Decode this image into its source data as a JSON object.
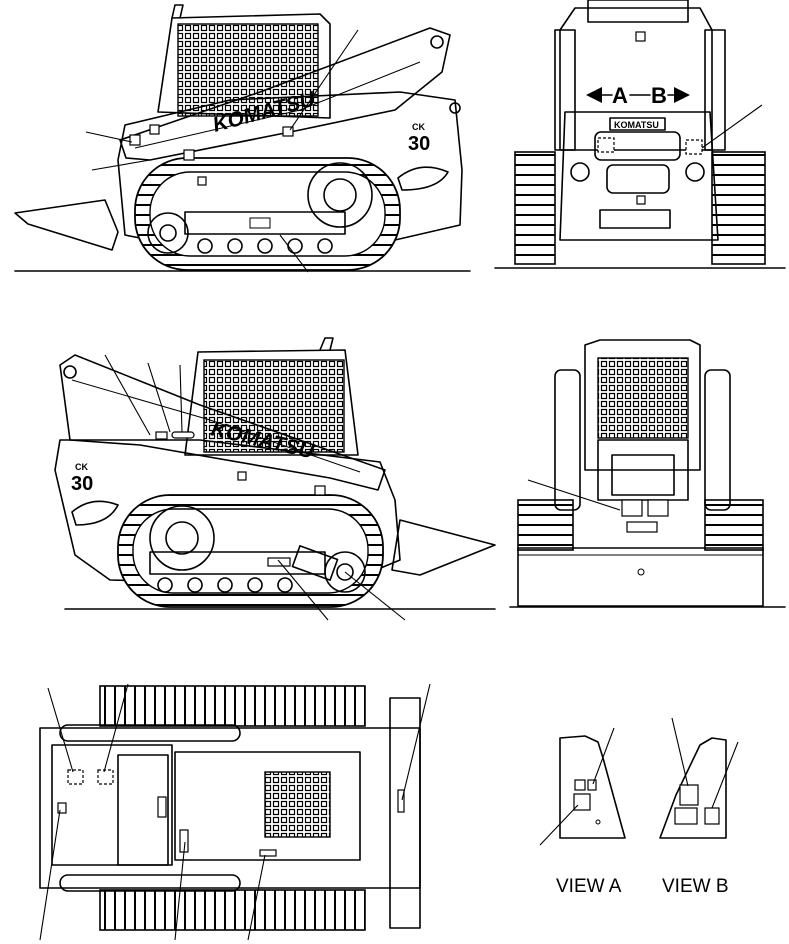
{
  "brand": "KOMATSU",
  "model_prefix": "CK",
  "model_number": "30",
  "arrow_labels": {
    "a": "A",
    "b": "B"
  },
  "views": {
    "a": "VIEW A",
    "b": "VIEW B"
  }
}
